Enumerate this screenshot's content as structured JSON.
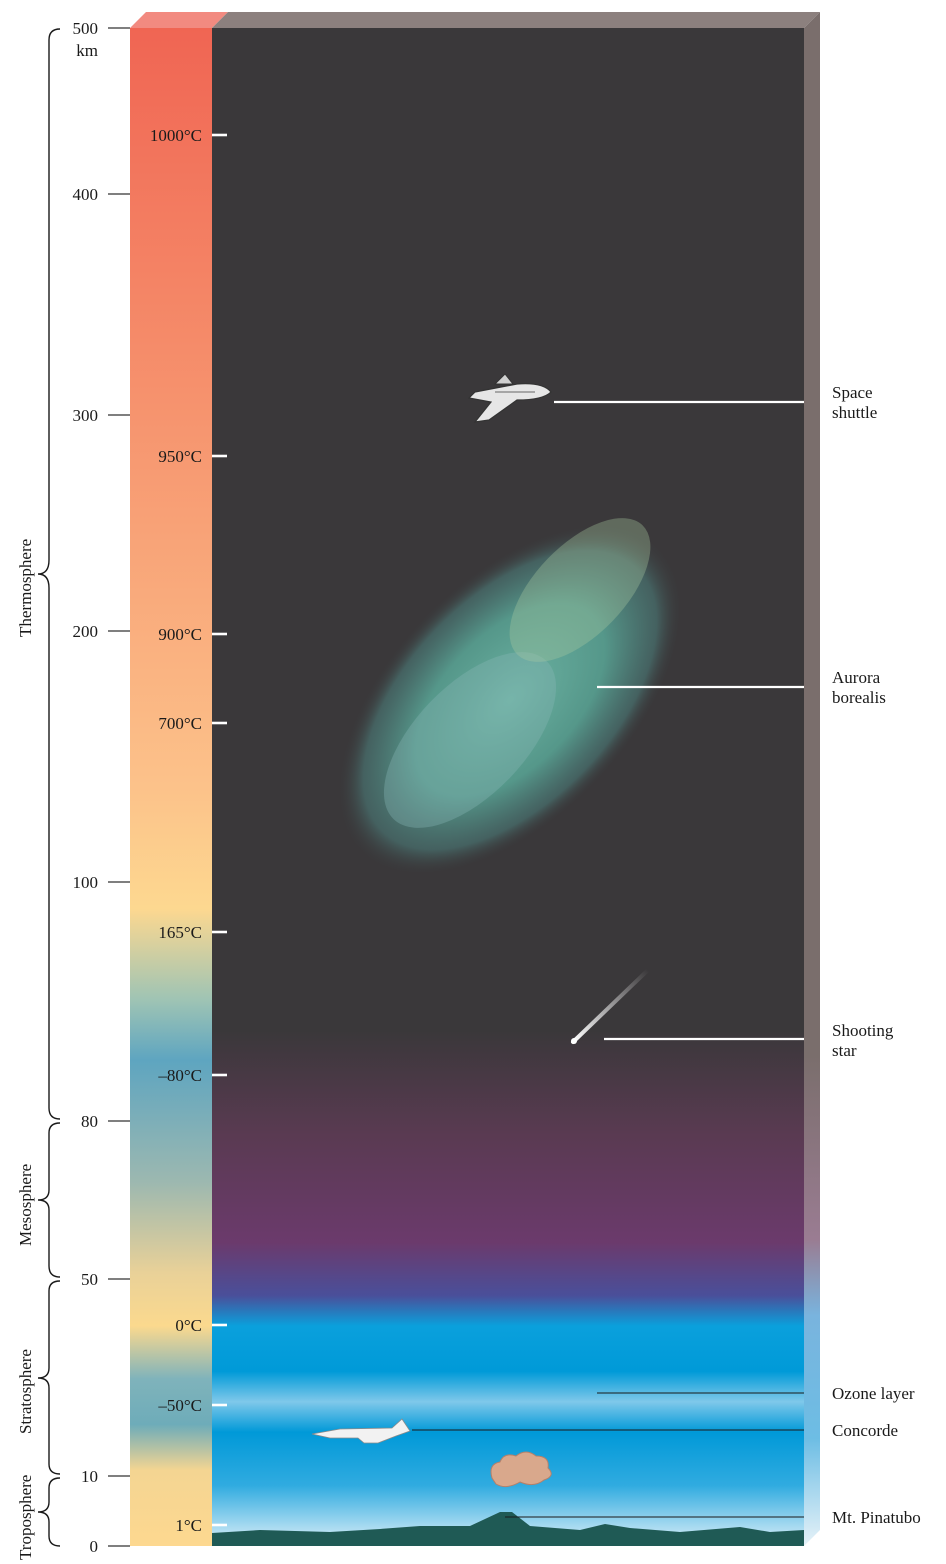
{
  "altitude_unit": "km",
  "altitude_ticks": [
    "500",
    "400",
    "300",
    "200",
    "100",
    "80",
    "50",
    "10",
    "0"
  ],
  "temperature_ticks": [
    "1000°C",
    "950°C",
    "900°C",
    "700°C",
    "165°C",
    "–80°C",
    "0°C",
    "–50°C",
    "1°C"
  ],
  "layers": [
    "Thermosphere",
    "Mesosphere",
    "Stratosphere",
    "Troposphere"
  ],
  "objects": [
    {
      "id": "space-shuttle",
      "label": "Space\nshuttle"
    },
    {
      "id": "aurora-borealis",
      "label": "Aurora\nborealis"
    },
    {
      "id": "shooting-star",
      "label": "Shooting\nstar"
    },
    {
      "id": "ozone-layer",
      "label": "Ozone layer"
    },
    {
      "id": "concorde",
      "label": "Concorde"
    },
    {
      "id": "mt-pinatubo",
      "label": "Mt. Pinatubo"
    }
  ],
  "colors": {
    "thermosphere_sky": "#3a383a",
    "mesosphere_sky": "#6b3a6c",
    "stratosphere_sky": "#0099d8",
    "side_panel": "#7a6e6c",
    "temp_hot": "#f06a56",
    "temp_warm": "#fdd890",
    "temp_cold": "#5ea5c0"
  }
}
